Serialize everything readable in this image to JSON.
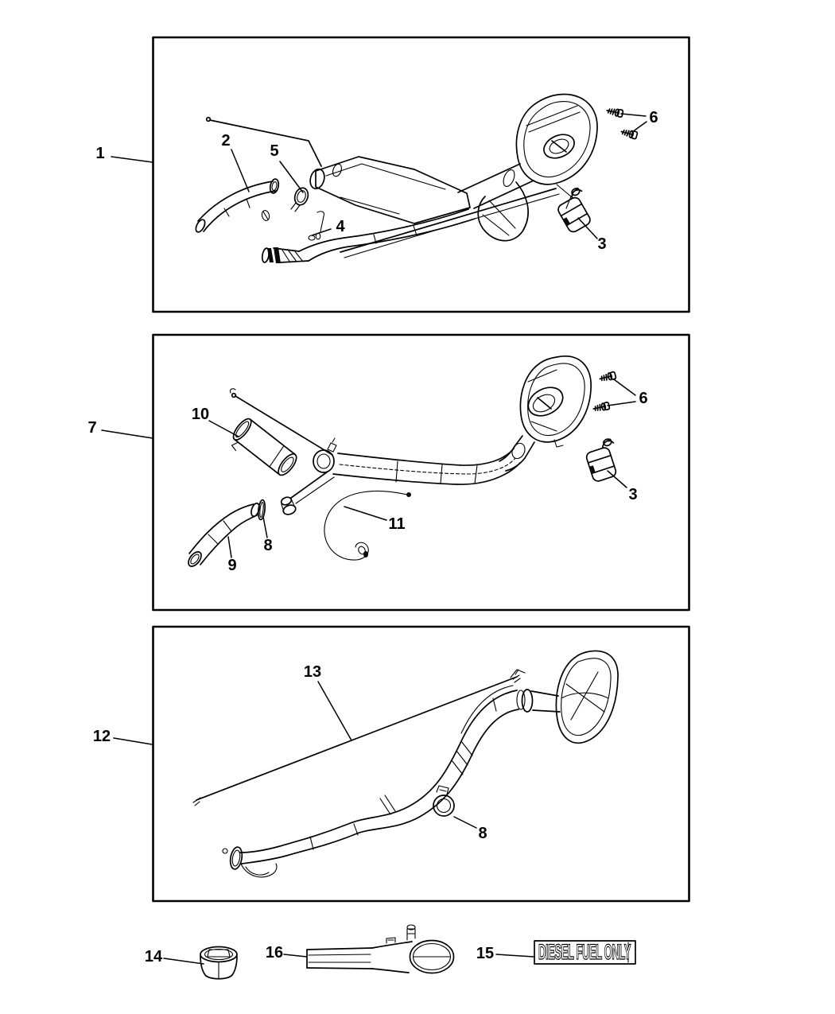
{
  "page": {
    "background": "#ffffff",
    "ink": "#000000"
  },
  "panel1": {
    "callouts": {
      "assembly_box": "1",
      "filler_hose": "2",
      "check_valve": "3",
      "retainer_clip": "4",
      "hose_clamp": "5",
      "screws": "6"
    }
  },
  "panel2": {
    "callouts": {
      "assembly_box": "7",
      "seal_ring": "8",
      "vent_hose": "9",
      "sleeve": "10",
      "tether_strap": "11",
      "check_valve": "3",
      "screws": "6"
    }
  },
  "panel3": {
    "callouts": {
      "assembly_box": "12",
      "support_rod": "13",
      "hose_clamp": "8"
    }
  },
  "bottom_row": {
    "callouts": {
      "bushing_cap": "14",
      "fuel_label": "15",
      "filler_neck": "16"
    },
    "diesel_label_text": "DIESEL FUEL ONLY"
  }
}
